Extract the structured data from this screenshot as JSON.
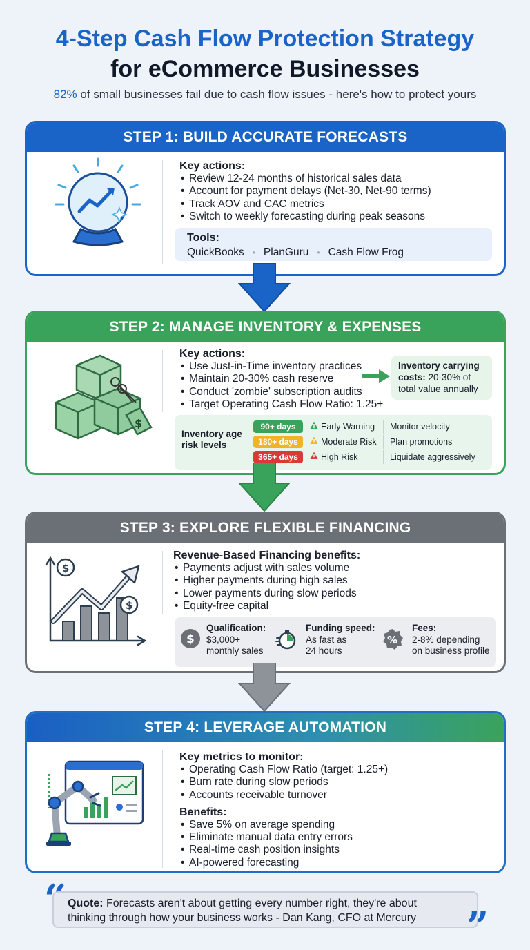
{
  "header": {
    "title_line1": "4-Step Cash Flow Protection Strategy",
    "title_line2": "for eCommerce Businesses",
    "subtitle_highlight": "82%",
    "subtitle_rest": " of small businesses fail due to cash flow issues - here's how to protect yours"
  },
  "step1": {
    "title": "STEP 1: BUILD ACCURATE FORECASTS",
    "actions_label": "Key actions:",
    "actions": [
      "Review 12-24 months of historical sales data",
      "Account for payment delays (Net-30, Net-90 terms)",
      "Track AOV and CAC metrics",
      "Switch to weekly forecasting during peak seasons"
    ],
    "tools_label": "Tools:",
    "tools": [
      "QuickBooks",
      "PlanGuru",
      "Cash Flow Frog"
    ],
    "tools_separator": "•"
  },
  "step2": {
    "title": "STEP 2: MANAGE INVENTORY & EXPENSES",
    "actions_label": "Key actions:",
    "actions": [
      "Use Just-in-Time inventory practices",
      "Maintain 20-30% cash reserve",
      "Conduct 'zombie' subscription audits",
      "Target Operating Cash Flow Ratio: 1.25+"
    ],
    "callout_bold": "Inventory carrying costs:",
    "callout_rest": " 20-30% of total value annually",
    "risk_label": "Inventory age risk levels",
    "risk_levels": [
      {
        "age": "90+ days",
        "level": "Early Warning",
        "action": "Monitor velocity",
        "color": "#3aa35b",
        "warn_color": "#3aa35b"
      },
      {
        "age": "180+ days",
        "level": "Moderate Risk",
        "action": "Plan promotions",
        "color": "#f0b429",
        "warn_color": "#f0b429"
      },
      {
        "age": "365+ days",
        "level": "High Risk",
        "action": "Liquidate aggressively",
        "color": "#d93a35",
        "warn_color": "#d93a35"
      }
    ]
  },
  "step3": {
    "title": "STEP 3: EXPLORE FLEXIBLE FINANCING",
    "benefits_label": "Revenue-Based Financing benefits:",
    "benefits": [
      "Payments adjust with sales volume",
      "Higher payments during high sales",
      "Lower payments during slow periods",
      "Equity-free capital"
    ],
    "info": [
      {
        "label": "Qualification:",
        "line1": "$3,000+",
        "line2": "monthly sales"
      },
      {
        "label": "Funding speed:",
        "line1": "As fast as",
        "line2": "24 hours"
      },
      {
        "label": "Fees:",
        "line1": "2-8% depending",
        "line2": "on business profile"
      }
    ],
    "icon_dollar": "$",
    "icon_percent": "%"
  },
  "step4": {
    "title": "STEP 4: LEVERAGE AUTOMATION",
    "metrics_label": "Key metrics to monitor:",
    "metrics": [
      "Operating Cash Flow Ratio (target: 1.25+)",
      "Burn rate during slow periods",
      "Accounts receivable turnover"
    ],
    "benefits_label": "Benefits:",
    "benefits": [
      "Save 5% on average spending",
      "Eliminate manual data entry errors",
      "Real-time cash position insights",
      "AI-powered forecasting"
    ]
  },
  "quote": {
    "label": "Quote:",
    "line1": " Forecasts aren't about getting every number right, they're about",
    "line2": "thinking through how your business works - Dan Kang, CFO at Mercury",
    "open_mark": "“",
    "close_mark": "”"
  },
  "colors": {
    "blue": "#1a63c7",
    "green": "#3aa35b",
    "gray": "#6b6f76"
  }
}
